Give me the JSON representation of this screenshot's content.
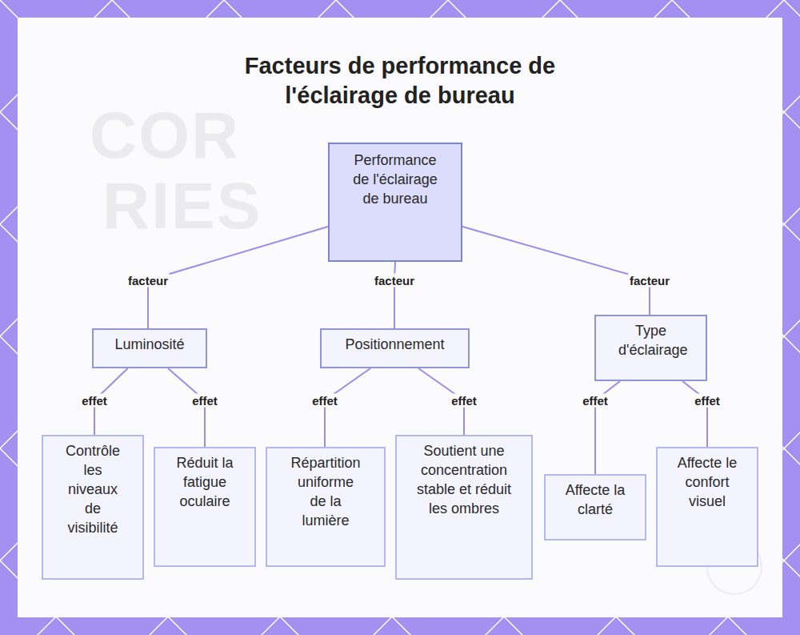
{
  "diagram": {
    "title": "Facteurs de performance de l'éclairage de bureau",
    "nodes": [
      {
        "text": [
          "Performance de l'éclairage de bureau"
        ]
      },
      {
        "text": [
          "Luminosité"
        ]
      },
      {
        "text": [
          "Positionnement"
        ]
      },
      {
        "text": [
          "Type d'éclairage"
        ]
      },
      {
        "text": [
          "Contrôle les niveaux de visibilité"
        ]
      },
      {
        "text": [
          "Réduit la fatigue oculaire"
        ]
      },
      {
        "text": [
          "Répartition uniforme de la lumière"
        ]
      },
      {
        "text": [
          "Soutient une concentration stable et réduit les ombres"
        ]
      },
      {
        "text": [
          "Affecte la clarté"
        ]
      },
      {
        "text": [
          "Affecte le confort visuel"
        ]
      }
    ],
    "edges": [
      {
        "from": 0,
        "to": 1,
        "label": "facteur",
        "arrow": "none"
      },
      {
        "from": 0,
        "to": 2,
        "label": "facteur",
        "arrow": "none"
      },
      {
        "from": 0,
        "to": 3,
        "label": "facteur",
        "arrow": "none"
      },
      {
        "from": 1,
        "to": 4,
        "label": "effet",
        "arrow": "none"
      },
      {
        "from": 1,
        "to": 5,
        "label": "effet",
        "arrow": "none"
      },
      {
        "from": 2,
        "to": 6,
        "label": "effet",
        "arrow": "none"
      },
      {
        "from": 2,
        "to": 7,
        "label": "effet",
        "arrow": "none"
      },
      {
        "from": 3,
        "to": 8,
        "label": "effet",
        "arrow": "none"
      },
      {
        "from": 3,
        "to": 9,
        "label": "effet",
        "arrow": "none"
      }
    ],
    "labels": [
      "COR",
      "RIES"
    ]
  }
}
